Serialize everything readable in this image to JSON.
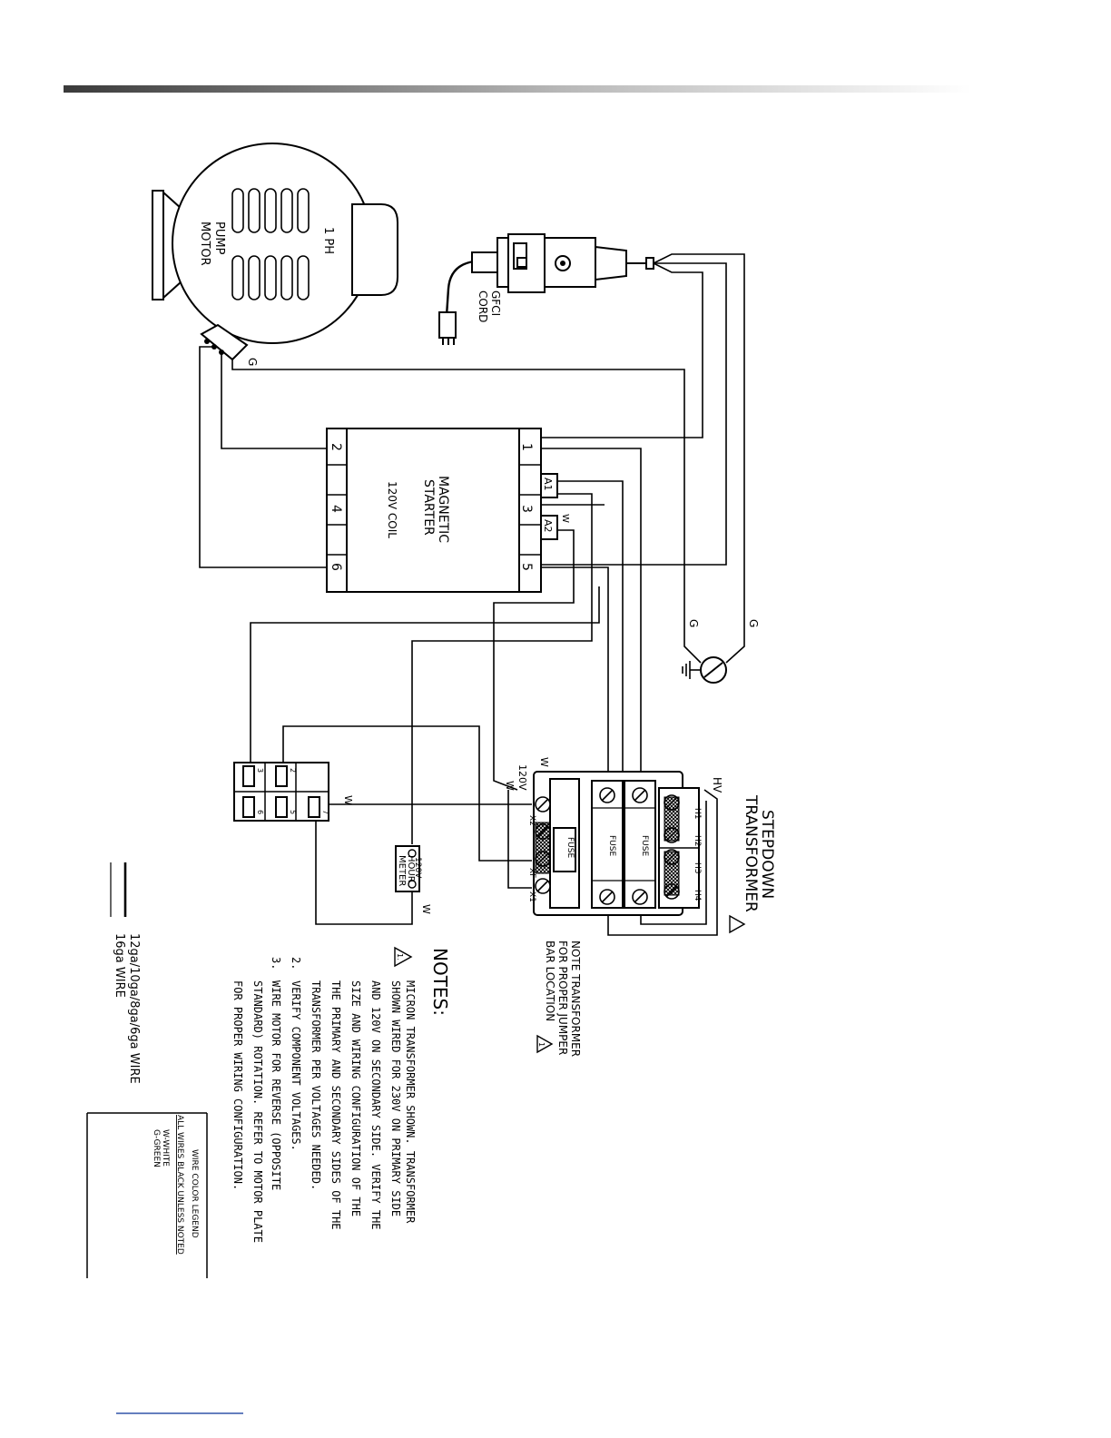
{
  "labels": {
    "motor_phase": "1 PH",
    "motor_name_1": "PUMP",
    "motor_name_2": "MOTOR",
    "gfci_1": "GFCI",
    "gfci_2": "CORD",
    "g_motor": "G",
    "g_left": "G",
    "g_right": "G",
    "starter_title_1": "MAGNETIC",
    "starter_title_2": "STARTER",
    "starter_coil": "120V COIL",
    "t1": "1",
    "t2": "2",
    "t3": "3",
    "t4": "4",
    "t5": "5",
    "t6": "6",
    "a1": "A1",
    "a2": "A2",
    "w_coil": "W",
    "transformer_title_1": "STEPDOWN",
    "transformer_title_2": "TRANSFORMER",
    "hv": "HV",
    "h1": "H1",
    "h2": "H2",
    "h3": "H3",
    "h4": "H4",
    "x1": "X1",
    "x2": "X2",
    "xf": "XF",
    "fuse": "FUSE",
    "v120": "120V",
    "w_x": "W",
    "w_timer": "W",
    "w_meter": "W",
    "timer_2": "2",
    "timer_3": "3",
    "timer_5": "5",
    "timer_6": "6",
    "timer_7": "7",
    "hour_meter_1": "HOUR",
    "hour_meter_2": "METER",
    "hour_meter_v": "120V",
    "note_transformer_1": "NOTE TRANSFORMER",
    "note_transformer_2": "FOR PROPER JUMPER",
    "note_transformer_3": "BAR LOCATION",
    "warn_symbol": "1"
  },
  "notes": {
    "heading": "NOTES:",
    "n1_num": "1.",
    "n1_l1": "MICRON TRANSFORMER SHOWN. TRANSFORMER",
    "n1_l2": "SHOWN WIRED FOR 230V ON PRIMARY SIDE",
    "n1_l3": "AND 120V ON SECONDARY SIDE. VERIFY THE",
    "n1_l4": "SIZE AND WIRING CONFIGURATION OF THE",
    "n1_l5": "THE PRIMARY AND SECONDARY SIDES OF THE",
    "n1_l6": "TRANSFORMER PER VOLTAGES NEEDED.",
    "n2_num": "2.",
    "n2_l1": "VERIFY COMPONENT VOLTAGES.",
    "n3_num": "3.",
    "n3_l1": "WIRE MOTOR FOR REVERSE (OPPOSITE",
    "n3_l2": "STANDARD) ROTATION. REFER TO MOTOR PLATE",
    "n3_l3": "FOR PROPER WIRING CONFIGURATION."
  },
  "wire_key": {
    "heavy": "12ga/10ga/8ga/6ga WIRE",
    "light": "16ga WIRE"
  },
  "color_legend": {
    "title": "WIRE COLOR LEGEND",
    "subtitle": "ALL WIRES BLACK UNLESS NOTED",
    "w": "W-WHITE",
    "g": "G-GREEN"
  },
  "colors": {
    "ink": "#000000",
    "header_bar_dark": "#3a3a3a",
    "footer_link": "#3355aa"
  }
}
